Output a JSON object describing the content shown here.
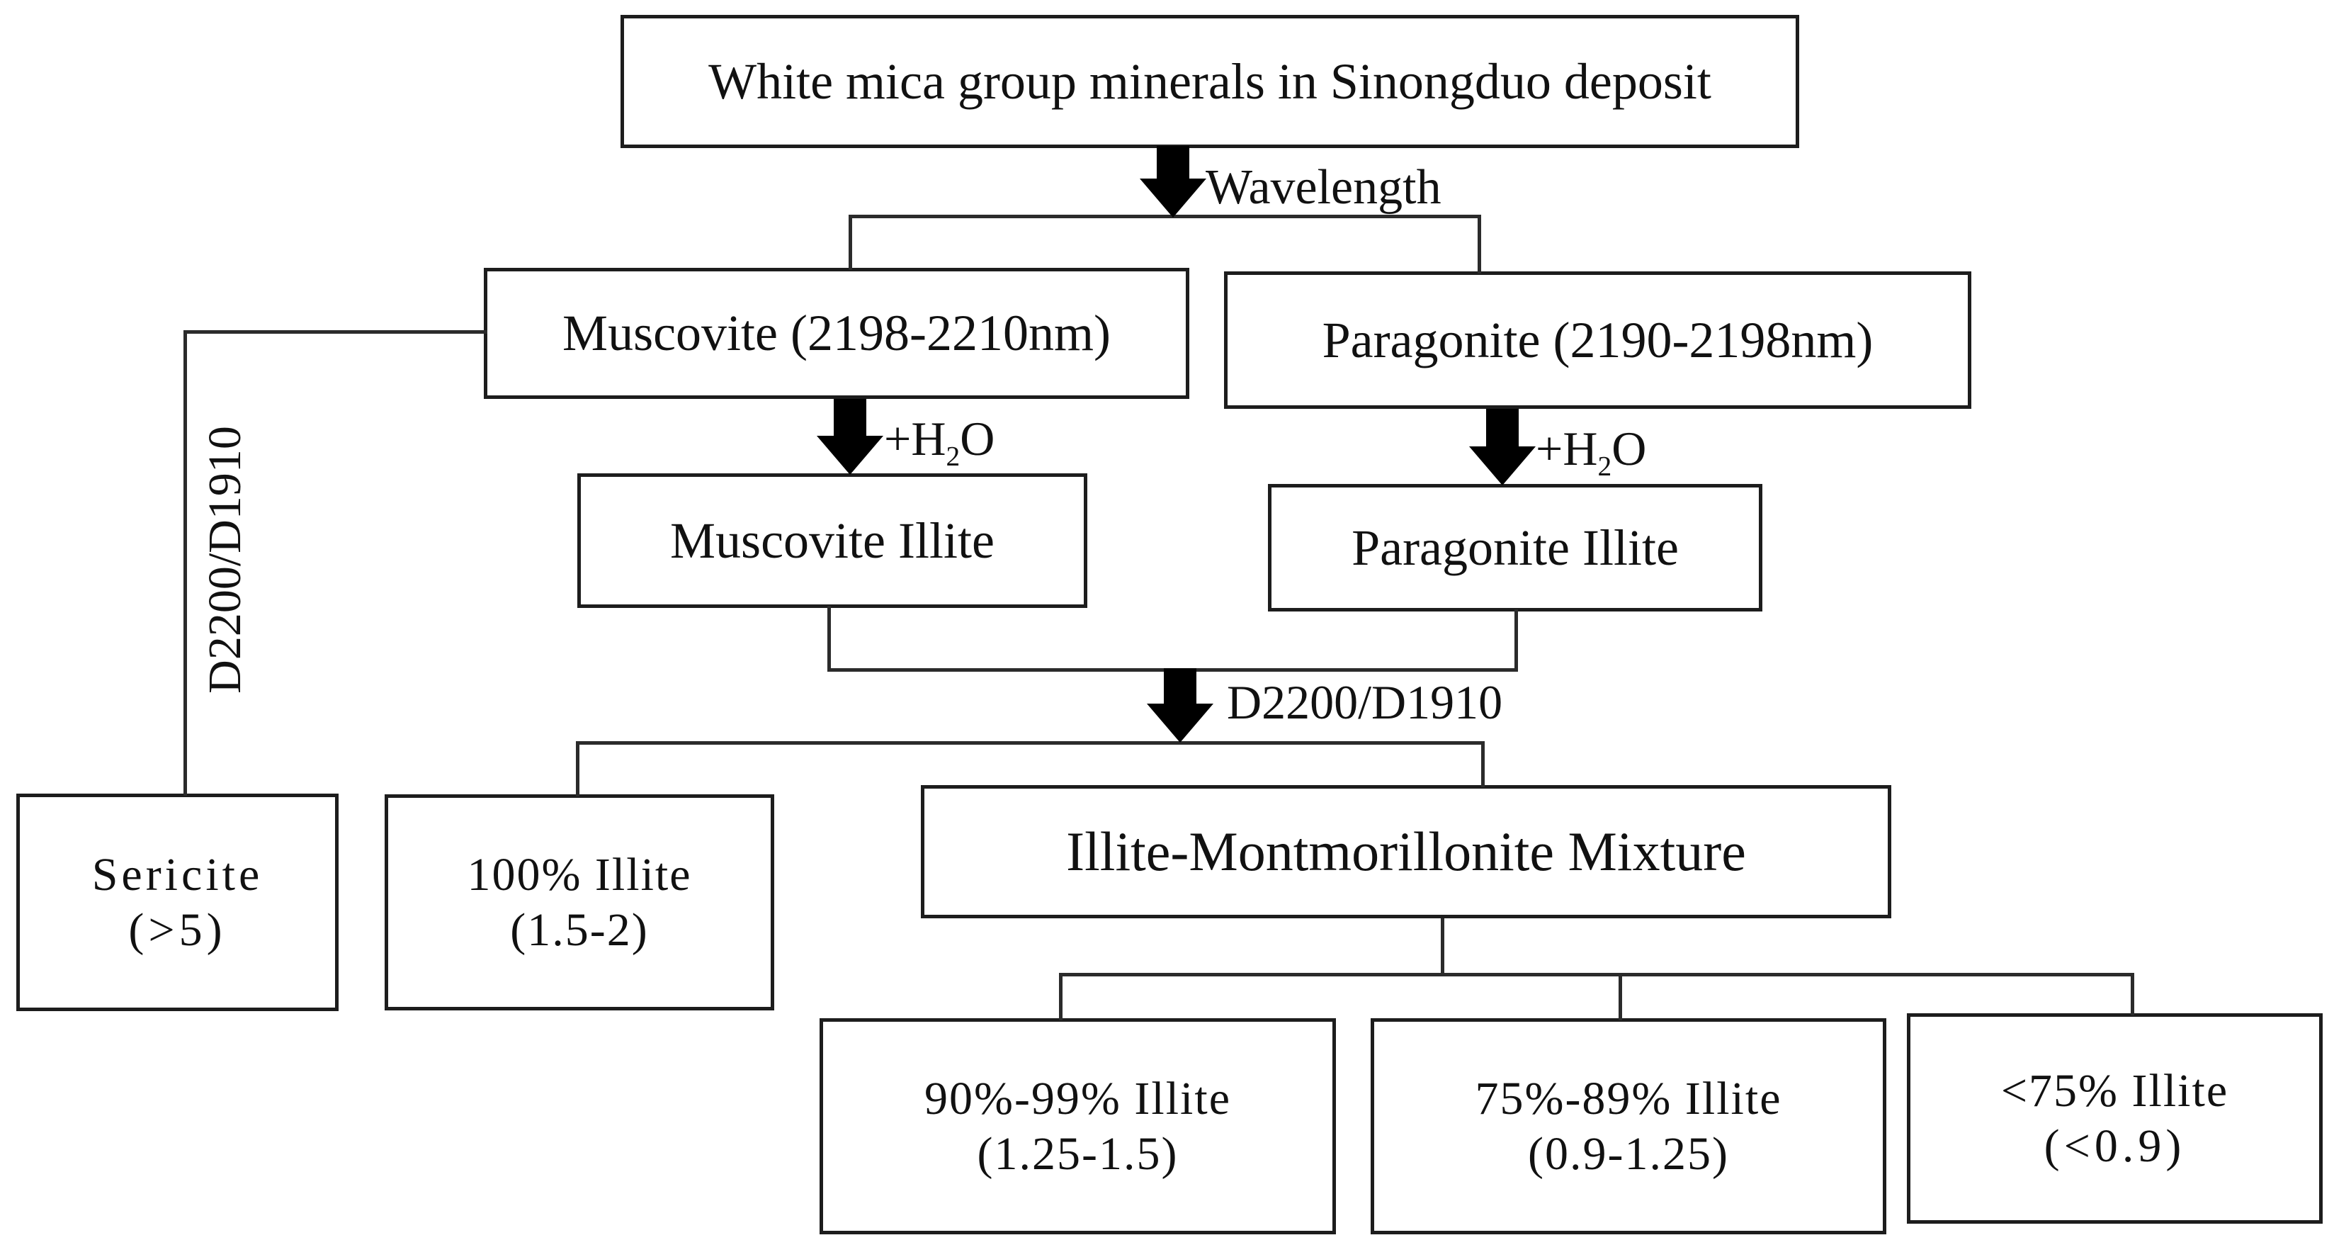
{
  "diagram": {
    "title": "White mica group minerals in Sinongduo deposit",
    "edge_labels": {
      "wavelength": "Wavelength",
      "water_prefix": "+H",
      "water_sub": "2",
      "water_suffix": "O",
      "ratio": "D2200/D1910",
      "ratio_vertical": "D2200/D1910"
    },
    "boxes": {
      "muscovite": "Muscovite (2198-2210nm)",
      "paragonite": "Paragonite (2190-2198nm)",
      "muscovite_illite": "Muscovite Illite",
      "paragonite_illite": "Paragonite Illite",
      "sericite": {
        "line1": "Sericite",
        "line2": "(>5)"
      },
      "illite_100": {
        "line1": "100% Illite",
        "line2": "(1.5-2)"
      },
      "mixture": "Illite-Montmorillonite Mixture",
      "illite_90_99": {
        "line1": "90%-99% Illite",
        "line2": "(1.25-1.5)"
      },
      "illite_75_89": {
        "line1": "75%-89% Illite",
        "line2": "(0.9-1.25)"
      },
      "illite_lt_75": {
        "line1": "<75% Illite",
        "line2": "(<0.9)"
      }
    },
    "colors": {
      "background": "#ffffff",
      "line": "#2b2b2b",
      "arrow": "#000000",
      "text": "#111111"
    }
  }
}
